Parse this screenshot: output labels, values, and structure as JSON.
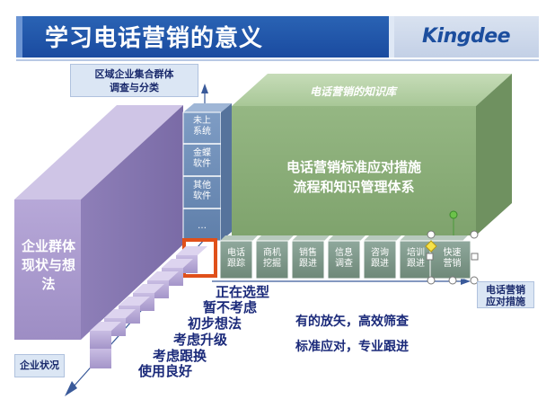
{
  "header": {
    "title": "学习电话营销的意义",
    "logo": "Kingdee"
  },
  "axes": {
    "top_label_line1": "区域企业集合群体",
    "top_label_line2": "调查与分类",
    "bottom_left_label": "企业状况",
    "right_label_line1": "电话营销",
    "right_label_line2": "应对措施"
  },
  "purple_block": {
    "line1": "企业群体",
    "line2": "现状与想法"
  },
  "systems_column": [
    "未上\n系统",
    "金蝶\n软件",
    "其他\n软件",
    "…"
  ],
  "knowledge_base": {
    "title": "电话营销的知识库",
    "line1": "电话营销标准应对措施",
    "line2": "流程和知识管理体系"
  },
  "action_cells": [
    "电话\n跟踪",
    "商机\n挖掘",
    "销售\n跟进",
    "信息\n调查",
    "咨询\n跟进",
    "培训\n跟进",
    "快速\n营销"
  ],
  "stages": [
    "正在选型",
    "暂不考虑",
    "初步想法",
    "考虑升级",
    "考虑跟换",
    "使用良好"
  ],
  "notes": {
    "line1": "有的放矢，高效筛查",
    "line2": "标准应对，专业跟进"
  },
  "colors": {
    "header_blue": "#1f55a8",
    "purple": "#a899cc",
    "green": "#8fb27c",
    "steel_blue": "#6f8fb8",
    "text_navy": "#1b2a7a"
  }
}
